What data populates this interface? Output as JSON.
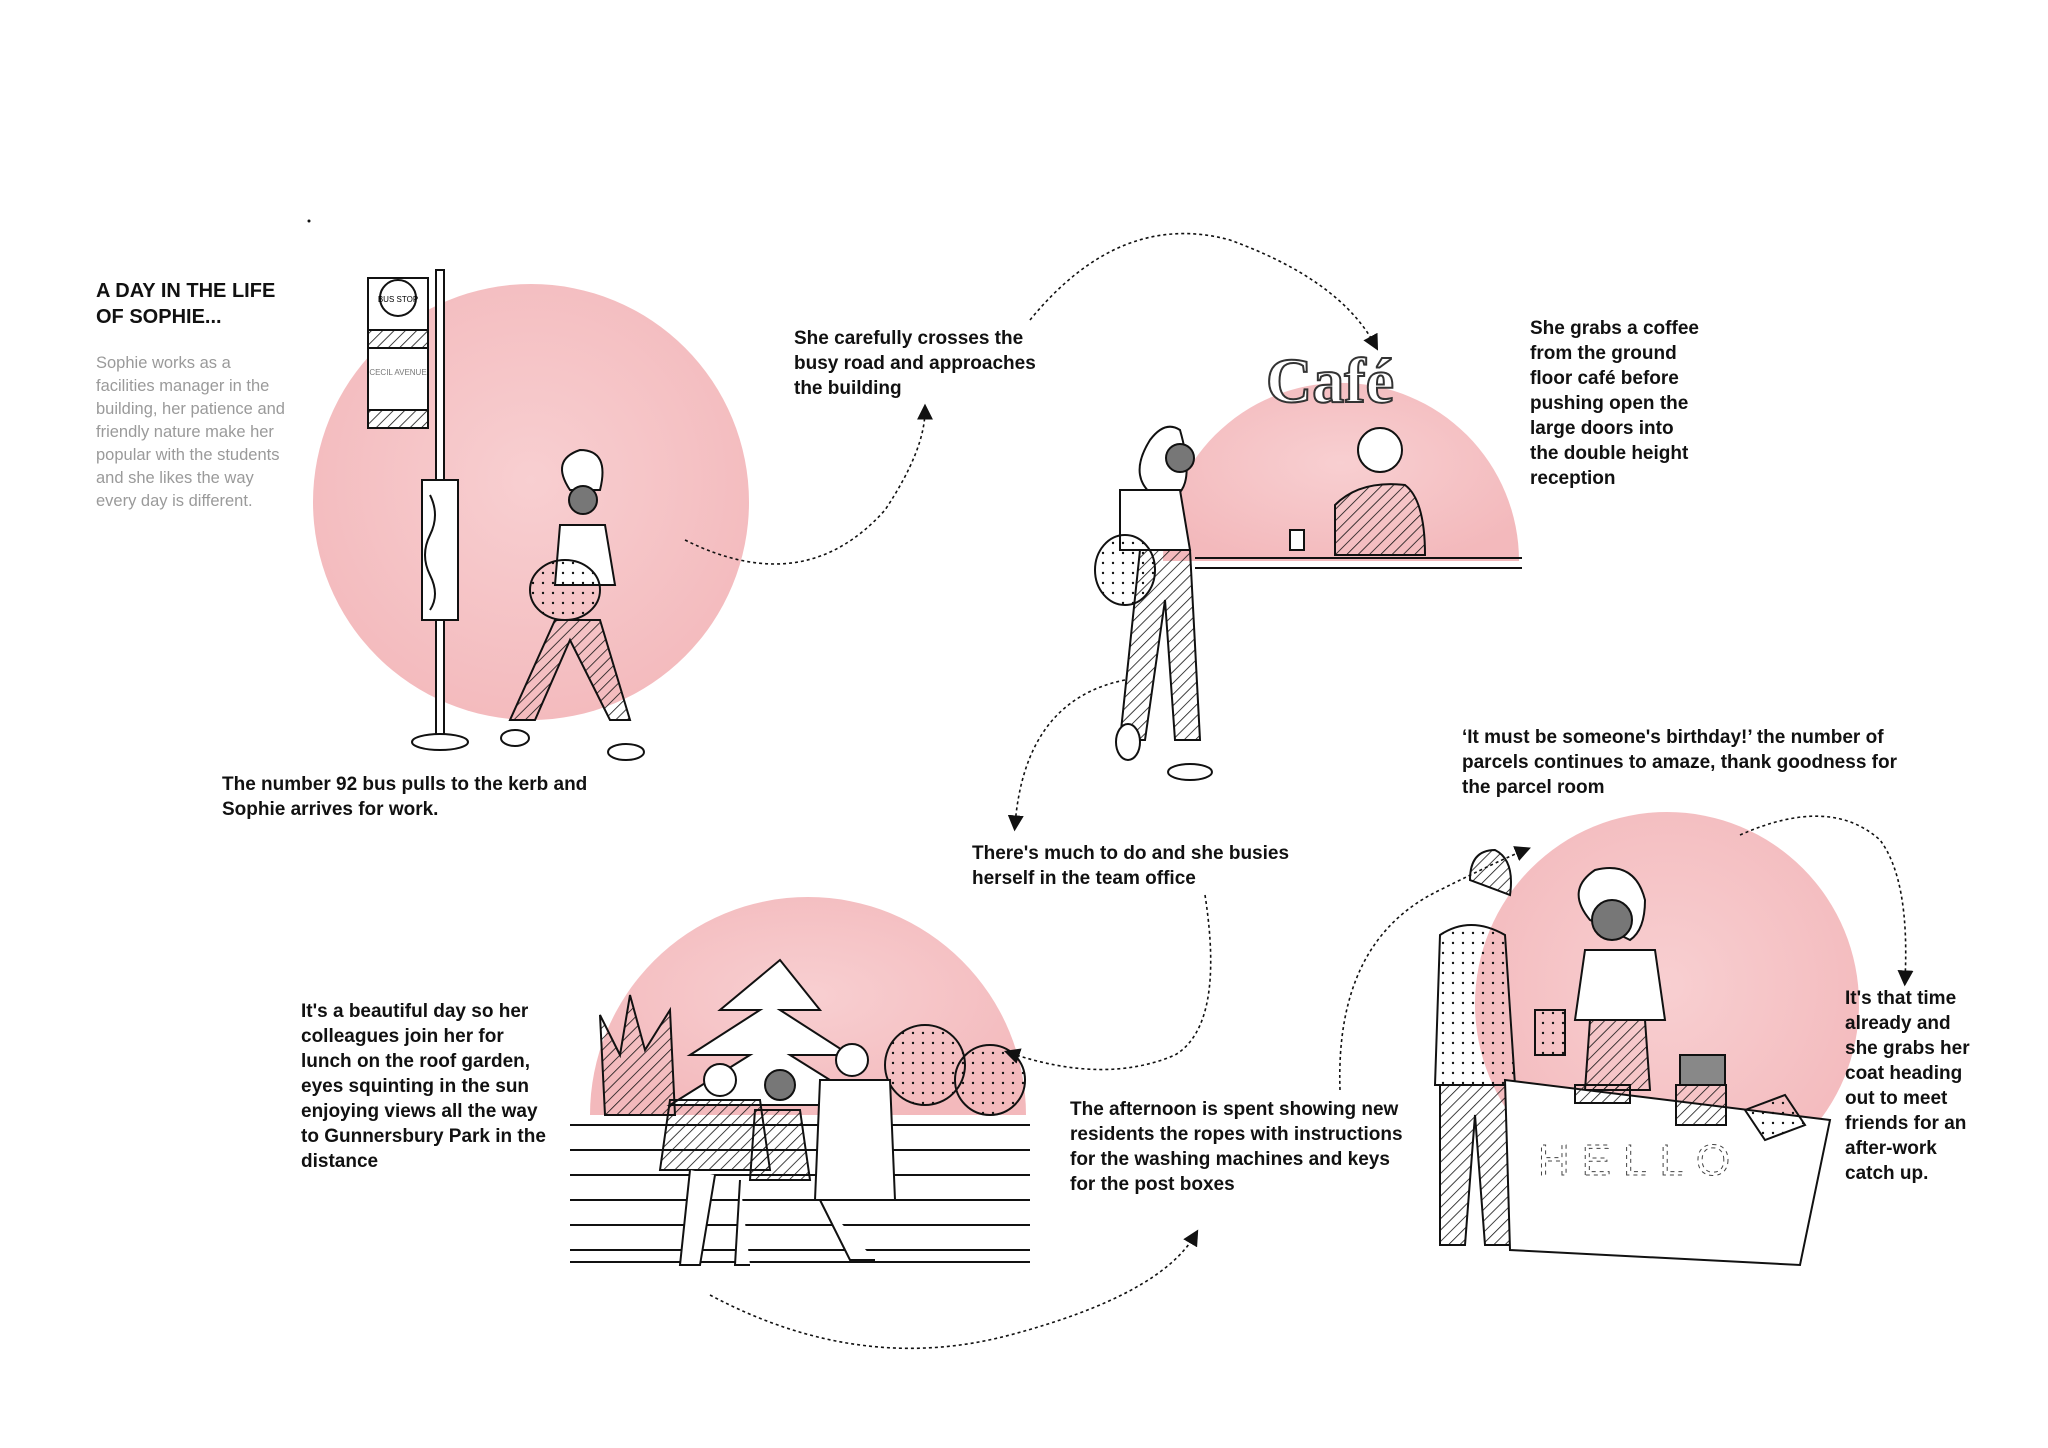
{
  "title": [
    "A DAY IN THE LIFE",
    "OF SOPHIE..."
  ],
  "intro": "Sophie works as a facilities manager in the building, her patience and friendly nature make her popular with the students and she likes the way every day is different.",
  "captions": {
    "bus": [
      "The number 92 bus pulls to the kerb and",
      "Sophie arrives for work."
    ],
    "crossing": [
      "She carefully crosses the",
      "busy road and approaches",
      "the building"
    ],
    "coffee": [
      "She grabs a coffee",
      "from the ground",
      "floor café before",
      "pushing open the",
      "large doors into",
      "the double height",
      "reception"
    ],
    "office": [
      "There's much to do and she busies",
      "herself in the team office"
    ],
    "parcels": [
      "‘It must be someone's birthday!’ the number of",
      "parcels continues to amaze, thank goodness for",
      "the parcel room"
    ],
    "lunch": [
      "It's a beautiful day so her",
      "colleagues join her for",
      "lunch on the roof garden,",
      "eyes squinting in the sun",
      "enjoying views all the way",
      "to Gunnersbury Park in the",
      "distance"
    ],
    "afternoon": [
      "The afternoon is spent showing new",
      "residents the ropes with instructions",
      "for the washing machines and keys",
      "for the post boxes"
    ],
    "evening": [
      "It's that time",
      "already and",
      "she grabs her",
      "coat heading",
      "out to meet",
      "friends for an",
      "after-work",
      "catch up."
    ]
  },
  "signs": {
    "bus_stop": "BUS STOP",
    "street": "CECIL AVENUE",
    "cafe": "Café",
    "desk": "HELLO"
  },
  "colors": {
    "circle": "#f6c4c6",
    "ink": "#111111",
    "intro": "#9a9a9a"
  }
}
